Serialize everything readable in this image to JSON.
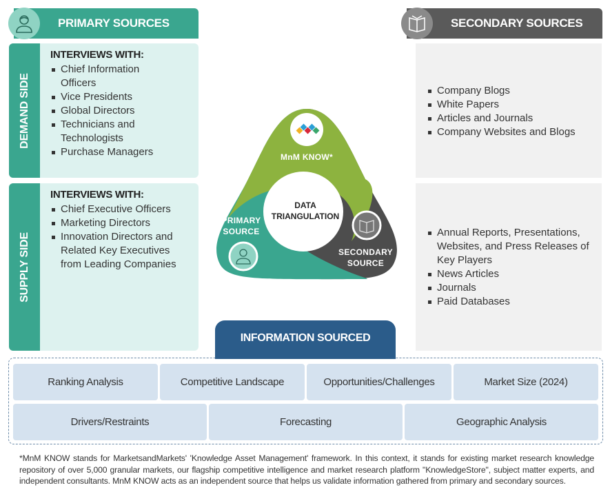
{
  "primary_sources": {
    "header": "PRIMARY SOURCES",
    "icon": "person-icon",
    "demand_side": {
      "label": "DEMAND SIDE",
      "title": "INTERVIEWS WITH:",
      "items": [
        "Chief Information Officers",
        "Vice Presidents",
        "Global Directors",
        "Technicians and Technologists",
        "Purchase Managers"
      ]
    },
    "supply_side": {
      "label": "SUPPLY SIDE",
      "title": "INTERVIEWS WITH:",
      "items": [
        "Chief Executive Officers",
        "Marketing Directors",
        "Innovation Directors and Related Key Executives from Leading Companies"
      ]
    }
  },
  "secondary_sources": {
    "header": "SECONDARY SOURCES",
    "icon": "book-icon",
    "upper_items": [
      "Company Blogs",
      "White Papers",
      "Articles and Journals",
      "Company Websites and Blogs"
    ],
    "lower_items": [
      "Annual Reports, Presentations, Websites, and Press Releases of Key Players",
      "News Articles",
      "Journals",
      "Paid Databases"
    ]
  },
  "triangulation": {
    "center": [
      "DATA",
      "TRIANGULATION"
    ],
    "top_label": "MnM KNOW*",
    "left_label": [
      "PRIMARY",
      "SOURCE"
    ],
    "right_label": [
      "SECONDARY",
      "SOURCE"
    ],
    "colors": {
      "top": "#8db33f",
      "left": "#3aa68f",
      "right": "#4d4d4d"
    }
  },
  "information_sourced": {
    "title": "INFORMATION SOURCED",
    "row1": [
      "Ranking Analysis",
      "Competitive Landscape",
      "Opportunities/Challenges",
      "Market Size (2024)"
    ],
    "row2": [
      "Drivers/Restraints",
      "Forecasting",
      "Geographic Analysis"
    ]
  },
  "footnote": "*MnM KNOW stands for MarketsandMarkets' 'Knowledge Asset Management' framework. In this context, it stands for existing market research knowledge repository of over 5,000 granular markets, our flagship competitive intelligence and market research platform \"KnowledgeStore\", subject matter experts, and independent consultants. MnM KNOW acts as an independent source that helps us validate information gathered from primary and secondary sources."
}
